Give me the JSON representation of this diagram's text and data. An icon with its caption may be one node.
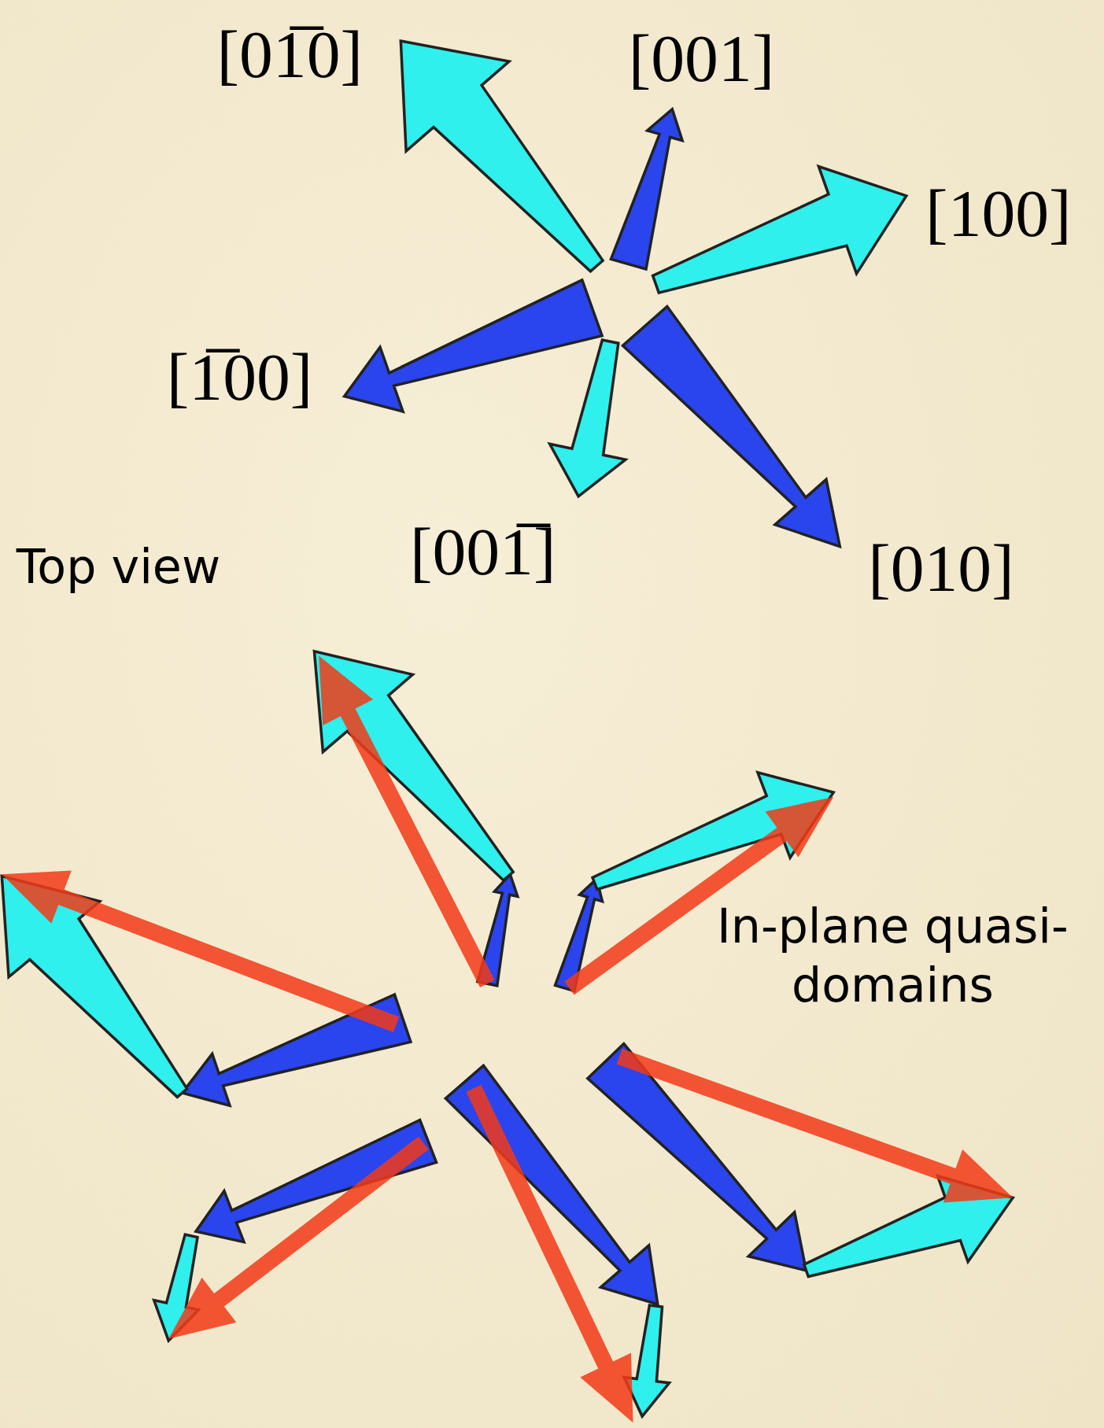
{
  "diagram": {
    "labels": [
      "[01̅0]",
      "[001]",
      "[100]",
      "[1̅00]",
      "[001̅]",
      "[010]",
      "Top view",
      "In-plane quasi-domains"
    ]
  }
}
